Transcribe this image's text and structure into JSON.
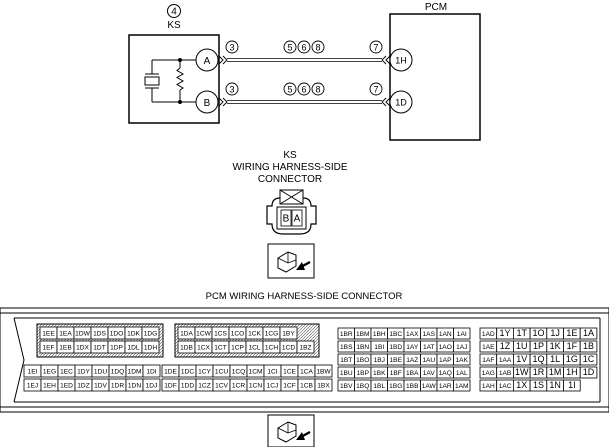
{
  "schematic": {
    "ks_box_number": "4",
    "ks_label": "KS",
    "pcm_label": "PCM",
    "ks_pin_a": "A",
    "ks_pin_b": "B",
    "pcm_pin_1h": "1H",
    "pcm_pin_1d": "1D",
    "wire_upper": {
      "left_ref": "3",
      "mid_refs": [
        "5",
        "6",
        "8"
      ],
      "right_ref": "7"
    },
    "wire_lower": {
      "left_ref": "3",
      "mid_refs": [
        "5",
        "6",
        "8"
      ],
      "right_ref": "7"
    }
  },
  "ks_connector": {
    "title_line1": "KS",
    "title_line2": "WIRING HARNESS-SIDE",
    "title_line3": "CONNECTOR",
    "pin_left": "B",
    "pin_right": "A"
  },
  "pcm_connector": {
    "title": "PCM WIRING HARNESS-SIDE CONNECTOR",
    "block1": {
      "rows": [
        [
          "1EE",
          "1EA",
          "1DW",
          "1DS",
          "1DO",
          "1DK",
          "1DG"
        ],
        [
          "1EF",
          "1EB",
          "1DX",
          "1DT",
          "1DP",
          "1DL",
          "1DH"
        ],
        [
          "1EI",
          "1EG",
          "1EC",
          "1DY",
          "1DU",
          "1DQ",
          "1DM",
          "1DI"
        ],
        [
          "1EJ",
          "1EH",
          "1ED",
          "1DZ",
          "1DV",
          "1DR",
          "1DN",
          "1DJ"
        ]
      ]
    },
    "block2": {
      "rows": [
        [
          "1DA",
          "1CW",
          "1CS",
          "1CO",
          "1CK",
          "1CG",
          "1BY"
        ],
        [
          "1DB",
          "1CX",
          "1CT",
          "1CP",
          "1CL",
          "1CH",
          "1CD",
          "1BZ"
        ],
        [
          "1DE",
          "1DC",
          "1CY",
          "1CU",
          "1CQ",
          "1CM",
          "1CI",
          "1CE",
          "1CA",
          "1BW"
        ],
        [
          "1DF",
          "1DD",
          "1CZ",
          "1CV",
          "1CR",
          "1CN",
          "1CJ",
          "1CF",
          "1CB",
          "1BX"
        ]
      ]
    },
    "block3": {
      "rows": [
        [
          "1BR",
          "1BM",
          "1BH",
          "1BC",
          "1AX",
          "1AS",
          "1AN",
          "1AI"
        ],
        [
          "1BS",
          "1BN",
          "1BI",
          "1BD",
          "1AY",
          "1AT",
          "1AO",
          "1AJ"
        ],
        [
          "1BT",
          "1BO",
          "1BJ",
          "1BE",
          "1AZ",
          "1AU",
          "1AP",
          "1AK"
        ],
        [
          "1BU",
          "1BP",
          "1BK",
          "1BF",
          "1BA",
          "1AV",
          "1AQ",
          "1AL"
        ],
        [
          "1BV",
          "1BQ",
          "1BL",
          "1BG",
          "1BB",
          "1AW",
          "1AR",
          "1AM"
        ]
      ]
    },
    "block4": {
      "rows": [
        [
          "1AD",
          "1Y",
          "1T",
          "1O",
          "1J",
          "1E",
          "1A"
        ],
        [
          "1AE",
          "1Z",
          "1U",
          "1P",
          "1K",
          "1F",
          "1B"
        ],
        [
          "1AF",
          "1AA",
          "1V",
          "1Q",
          "1L",
          "1G",
          "1C"
        ],
        [
          "1AG",
          "1AB",
          "1W",
          "1R",
          "1M",
          "1H",
          "1D"
        ],
        [
          "1AH",
          "1AC",
          "1X",
          "1S",
          "1N",
          "1I",
          ""
        ]
      ]
    }
  }
}
